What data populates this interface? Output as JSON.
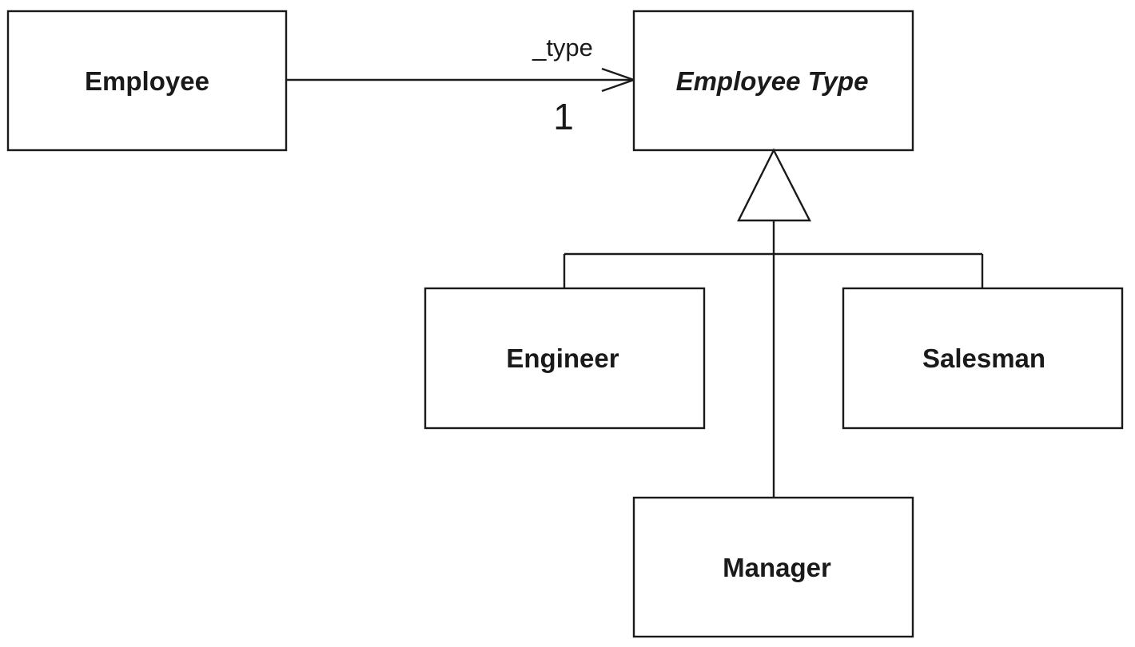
{
  "classes": {
    "employee": {
      "name": "Employee"
    },
    "employee_type": {
      "name": "Employee Type",
      "abstract": true
    },
    "engineer": {
      "name": "Engineer"
    },
    "salesman": {
      "name": "Salesman"
    },
    "manager": {
      "name": "Manager"
    }
  },
  "association": {
    "from": "Employee",
    "to": "Employee Type",
    "role": "_type",
    "multiplicity": "1"
  },
  "generalization": {
    "parent": "Employee Type",
    "children": [
      "Engineer",
      "Salesman",
      "Manager"
    ]
  }
}
